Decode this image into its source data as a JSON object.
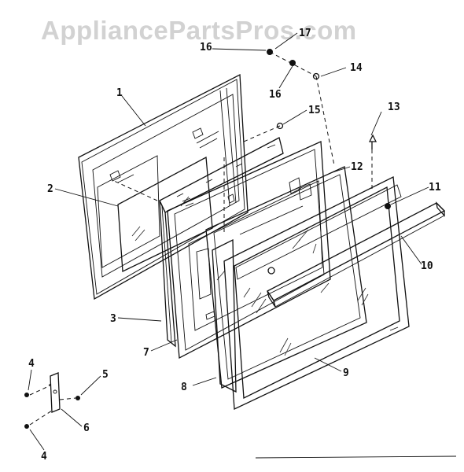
{
  "watermark": "AppliancePartsPros.com",
  "callouts": {
    "c1": "1",
    "c2": "2",
    "c3": "3",
    "c4a": "4",
    "c4b": "4",
    "c5": "5",
    "c6": "6",
    "c7": "7",
    "c8": "8",
    "c9": "9",
    "c10": "10",
    "c11": "11",
    "c12": "12",
    "c13": "13",
    "c14": "14",
    "c15": "15",
    "c16a": "16",
    "c16b": "16",
    "c17": "17"
  },
  "colors": {
    "ink": "#111111",
    "watermark": "#d2d2d2",
    "background": "#ffffff"
  }
}
